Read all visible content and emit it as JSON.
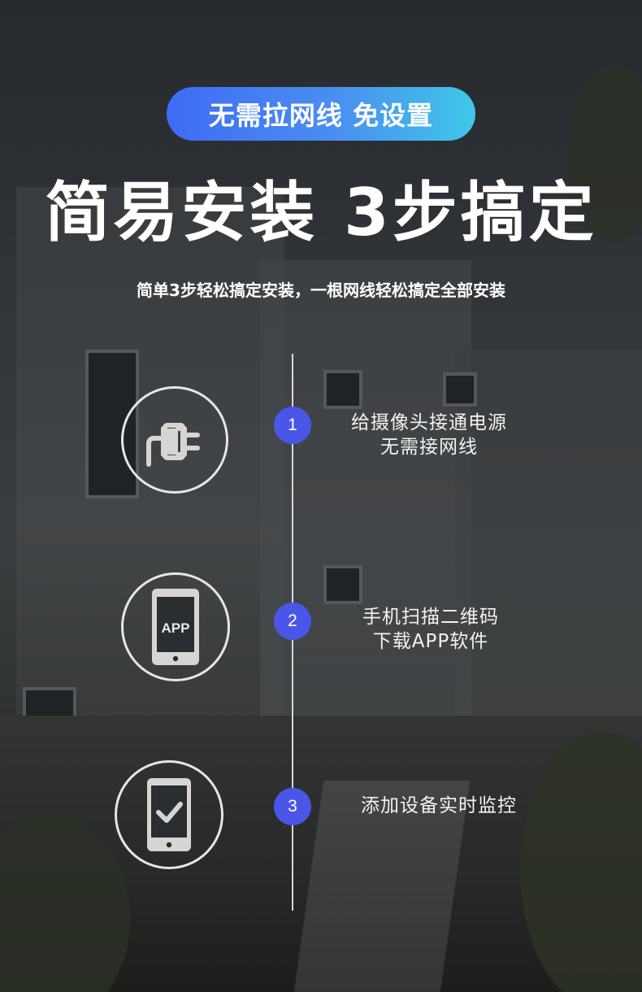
{
  "header": {
    "badge": "无需拉网线 免设置",
    "title": "简易安装 3步搞定",
    "subtitle": "简单3步轻松搞定安装，一根网线轻松搞定全部安装"
  },
  "steps": [
    {
      "number": "1",
      "icon": "power-plug-icon",
      "lines": [
        "给摄像头接通电源",
        "无需接网线"
      ]
    },
    {
      "number": "2",
      "icon": "phone-app-icon",
      "app_label": "APP",
      "lines": [
        "手机扫描二维码",
        "下载APP软件"
      ]
    },
    {
      "number": "3",
      "icon": "phone-check-icon",
      "lines": [
        "添加设备实时监控"
      ]
    }
  ],
  "colors": {
    "badge_gradient_start": "#3f6bf5",
    "badge_gradient_end": "#3fc7e8",
    "step_number_bg": "#4a56e8",
    "icon_stroke": "#e6e6e6",
    "phone_fill": "#d5d5d5",
    "timeline": "#d8d8d8"
  }
}
